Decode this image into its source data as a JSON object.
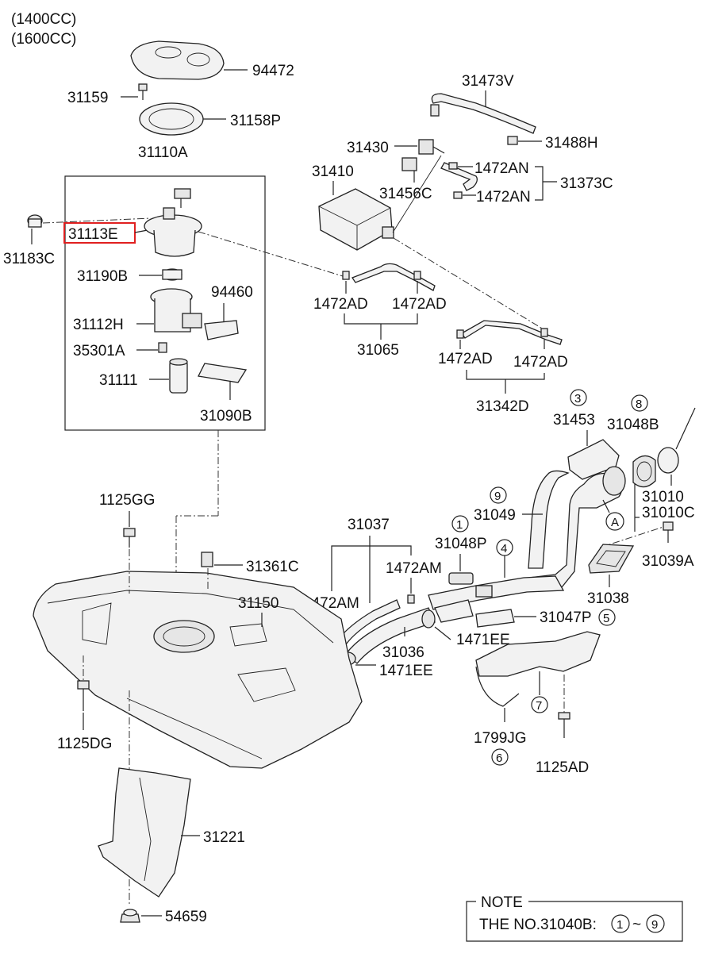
{
  "engine_variants": [
    "(1400CC)",
    "(1600CC)"
  ],
  "labels": {
    "p94472": "94472",
    "p31159": "31159",
    "p31158P": "31158P",
    "p31110A": "31110A",
    "p31183C": "31183C",
    "p31113E": "31113E",
    "p31190B": "31190B",
    "p94460": "94460",
    "p31112H": "31112H",
    "p35301A": "35301A",
    "p31111": "31111",
    "p31090B": "31090B",
    "p31473V": "31473V",
    "p31488H": "31488H",
    "p31430": "31430",
    "p31410": "31410",
    "p31456C": "31456C",
    "p1472AN_a": "1472AN",
    "p1472AN_b": "1472AN",
    "p31373C": "31373C",
    "p1472AD_a": "1472AD",
    "p1472AD_b": "1472AD",
    "p31065": "31065",
    "p1472AD_c": "1472AD",
    "p1472AD_d": "1472AD",
    "p31342D": "31342D",
    "p31453": "31453",
    "p31048B": "31048B",
    "p31010": "31010",
    "p31010C": "31010C",
    "p31049": "31049",
    "p31039A": "31039A",
    "p31048P": "31048P",
    "p1125GG": "1125GG",
    "p31037": "31037",
    "p31361C": "31361C",
    "p1472AM_a": "1472AM",
    "p1472AM_b": "1472AM",
    "p31150": "31150",
    "p31038": "31038",
    "p31047P": "31047P",
    "p1471EE_a": "1471EE",
    "p1471EE_b": "1471EE",
    "p31036": "31036",
    "p1125DG": "1125DG",
    "p1799JG": "1799JG",
    "p1125AD": "1125AD",
    "p31221": "31221",
    "p54659": "54659",
    "callout_A": "A"
  },
  "circled_refs": {
    "c3": "3",
    "c8": "8",
    "c9": "9",
    "c1": "1",
    "c4": "4",
    "c5": "5",
    "c7": "7",
    "c6": "6"
  },
  "note": {
    "title": "NOTE",
    "text": "THE NO.31040B:",
    "range_start": "1",
    "range_sep": "~",
    "range_end": "9"
  },
  "highlight_color": "#e02020"
}
